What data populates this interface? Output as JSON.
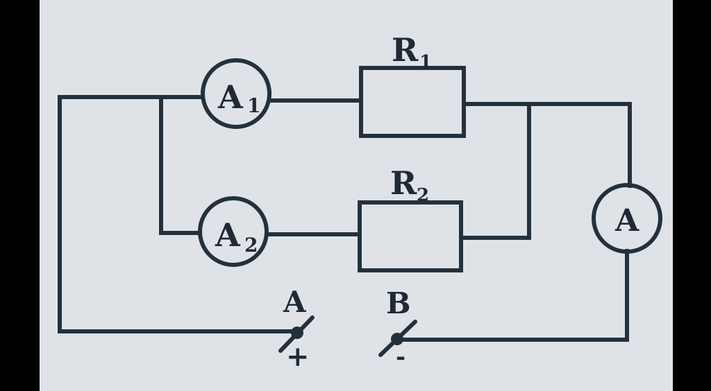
{
  "diagram": {
    "ammeter_a1": {
      "letter": "A",
      "subscript": "1"
    },
    "ammeter_a2": {
      "letter": "A",
      "subscript": "2"
    },
    "ammeter_main": {
      "letter": "A"
    },
    "resistor_r1": {
      "letter": "R",
      "subscript": "1"
    },
    "resistor_r2": {
      "letter": "R",
      "subscript": "2"
    },
    "terminal_a": {
      "label": "A",
      "polarity": "+"
    },
    "terminal_b": {
      "label": "B",
      "polarity": "-"
    }
  },
  "colors": {
    "paper": "#dfe3e8",
    "ink": "#24313d",
    "frame": "#000000"
  }
}
